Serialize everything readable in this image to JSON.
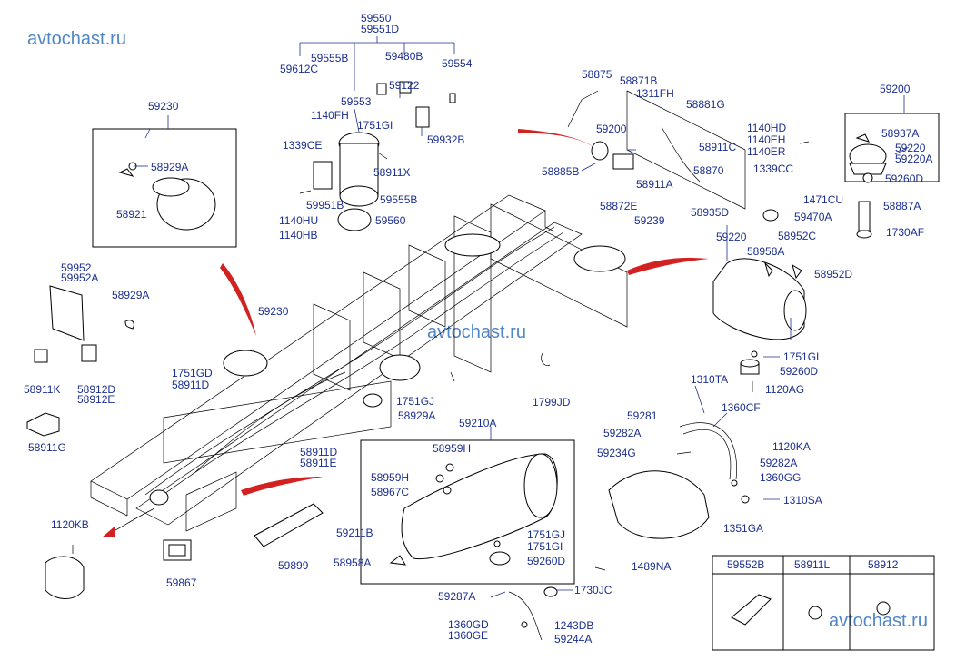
{
  "watermark": "avtochast.ru",
  "labels": {
    "l59550": "59550",
    "l59551D": "59551D",
    "l59555B_top": "59555B",
    "l59612C": "59612C",
    "l59480B": "59480B",
    "l59554": "59554",
    "l59122": "59122",
    "l59553": "59553",
    "l1140FH_1": "1140FH",
    "l1751GI_1": "1751GI",
    "l59932B": "59932B",
    "l1339CE": "1339CE",
    "l58911X": "58911X",
    "l59951B": "59951B",
    "l59555B_bot": "59555B",
    "l1140HU": "1140HU",
    "l59560": "59560",
    "l1140HB": "1140HB",
    "l59230_box": "59230",
    "l58929A_1": "58929A",
    "l58921": "58921",
    "l58875": "58875",
    "l58871B": "58871B",
    "l1311FH": "1311FH",
    "l58881G": "58881G",
    "l59200_mid": "59200",
    "l58911C": "58911C",
    "l1140HD": "1140HD",
    "l1140EH": "1140EH",
    "l1140ER": "1140ER",
    "l58885B": "58885B",
    "l58870": "58870",
    "l1339CC": "1339CC",
    "l58911A": "58911A",
    "l58872E": "58872E",
    "l59239": "59239",
    "l58935D": "58935D",
    "l59200_box": "59200",
    "l58937A": "58937A",
    "l59220_r": "59220",
    "l59220A": "59220A",
    "l59260D_r": "59260D",
    "l1471CU": "1471CU",
    "l58887A": "58887A",
    "l59470A": "59470A",
    "l1730AF": "1730AF",
    "l59220_tank": "59220",
    "l58958A_1": "58958A",
    "l58952C": "58952C",
    "l58952D": "58952D",
    "l59952": "59952",
    "l59952A": "59952A",
    "l58929A_2": "58929A",
    "l59230_mid": "59230",
    "l58911K": "58911K",
    "l58912D": "58912D",
    "l58912E": "58912E",
    "l58911G": "58911G",
    "l1751GD": "1751GD",
    "l58911D": "58911D",
    "l1751GI_2": "1751GI",
    "l59260D_2": "59260D",
    "l1120AG": "1120AG",
    "l1751GJ_1": "1751GJ",
    "l58929A_3": "58929A",
    "l1799JD": "1799JD",
    "l59210A": "59210A",
    "l58959H_1": "58959H",
    "l1310TA": "1310TA",
    "l59281": "59281",
    "l1360CF": "1360CF",
    "l59282A_1": "59282A",
    "l1120KA": "1120KA",
    "l59234G": "59234G",
    "l59282A_2": "59282A",
    "l1360GG": "1360GG",
    "l58911D_2": "58911D",
    "l58911E": "58911E",
    "l58959H_2": "58959H",
    "l58967C": "58967C",
    "l1310SA": "1310SA",
    "l1351GA": "1351GA",
    "l1120KB": "1120KB",
    "l59211B": "59211B",
    "l1751GJ_2": "1751GJ",
    "l1751GI_3": "1751GI",
    "l58958A_2": "58958A",
    "l59260D_3": "59260D",
    "l1489NA": "1489NA",
    "l59867": "59867",
    "l59899": "59899",
    "l59287A": "59287A",
    "l1730JC": "1730JC",
    "l1360GD": "1360GD",
    "l1243DB": "1243DB",
    "l1360GE": "1360GE",
    "l59244A": "59244A"
  },
  "legend_table": {
    "headers": [
      "59552B",
      "58911L",
      "58912"
    ]
  },
  "colors": {
    "label": "#1b2f8f",
    "watermark": "#4f86c6",
    "arrow": "#d32020"
  }
}
